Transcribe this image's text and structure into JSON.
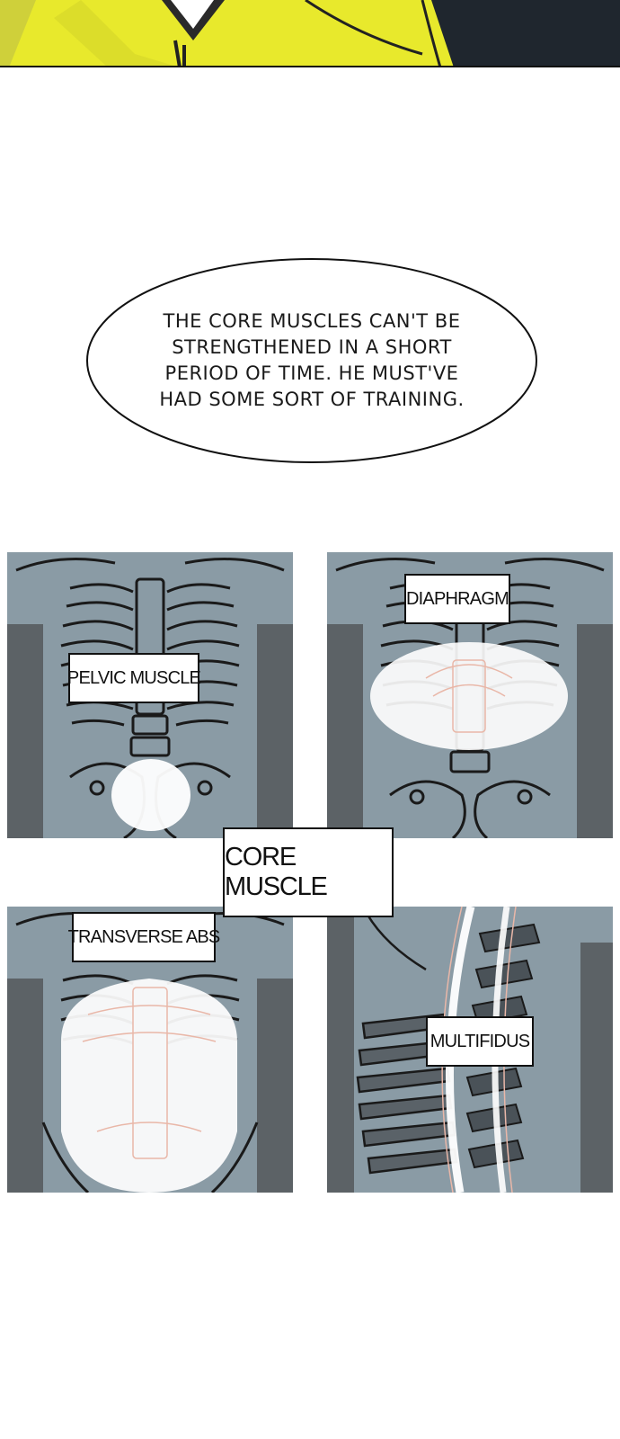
{
  "speech_bubble": {
    "text": "THE CORE MUSCLES CAN'T BE\nSTRENGTHENED IN A SHORT\nPERIOD OF TIME. HE MUST'VE\nHAD SOME SORT OF TRAINING."
  },
  "center_label": "CORE MUSCLE",
  "panels": {
    "pelvic": {
      "label": "PELVIC MUSCLE"
    },
    "diaphragm": {
      "label": "DIAPHRAGM"
    },
    "transverse": {
      "label": "TRANSVERSE ABS"
    },
    "multifidus": {
      "label": "MULTIFIDUS"
    }
  },
  "colors": {
    "jacket_yellow": "#e8e92c",
    "dark_background": "#1f262e",
    "body_blue": "#8a9ba5",
    "panel_gray": "#5c6266",
    "bone_line": "#1a1a1a",
    "glow": "#ffffff",
    "muscle_line": "#e9b7a8"
  }
}
